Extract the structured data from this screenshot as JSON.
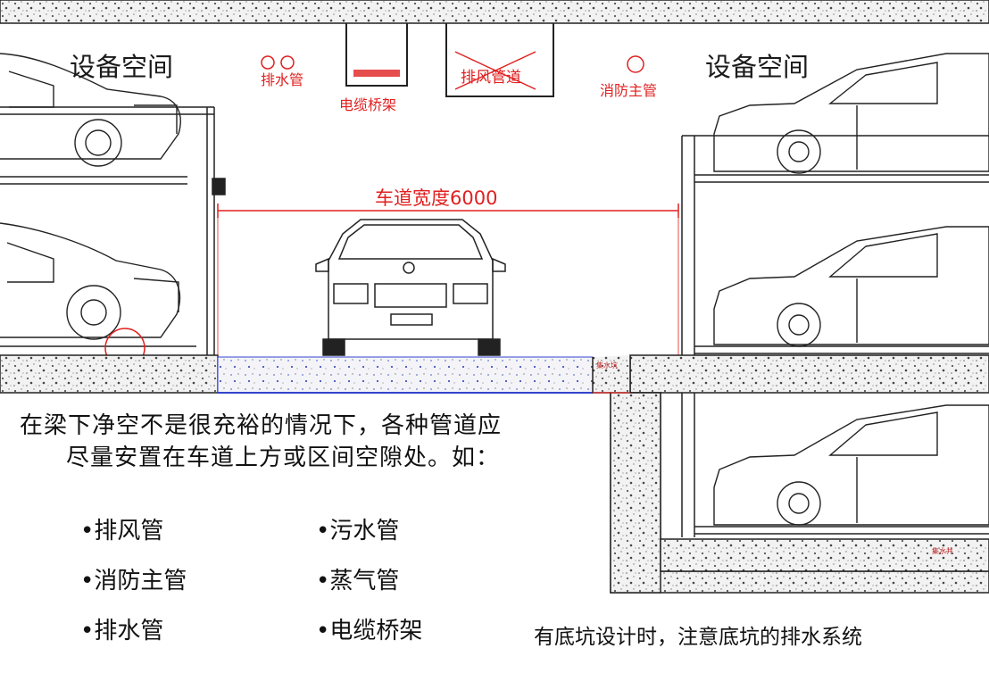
{
  "labels": {
    "left_equipment_space": "设备空间",
    "right_equipment_space": "设备空间",
    "drain_pipe": "排水管",
    "cable_tray": "电缆桥架",
    "exhaust_duct": "排风管道",
    "fire_main": "消防主管",
    "lane_width": "车道宽度6000",
    "left_sump_tag": "集水坑",
    "pit_sump_tag": "集水井"
  },
  "description": {
    "line1": "在梁下净空不是很充裕的情况下，各种管道应",
    "line2": "尽量安置在车道上方或区间空隙处。如："
  },
  "bullets_left": [
    "•排风管",
    "•消防主管",
    "•排水管"
  ],
  "bullets_right": [
    "•污水管",
    "•蒸气管",
    "•电缆桥架"
  ],
  "pit_note": "有底坑设计时，注意底坑的排水系统",
  "colors": {
    "annotation_red": "#e02020",
    "line_black": "#222222",
    "slab_blue": "#3344cc"
  }
}
